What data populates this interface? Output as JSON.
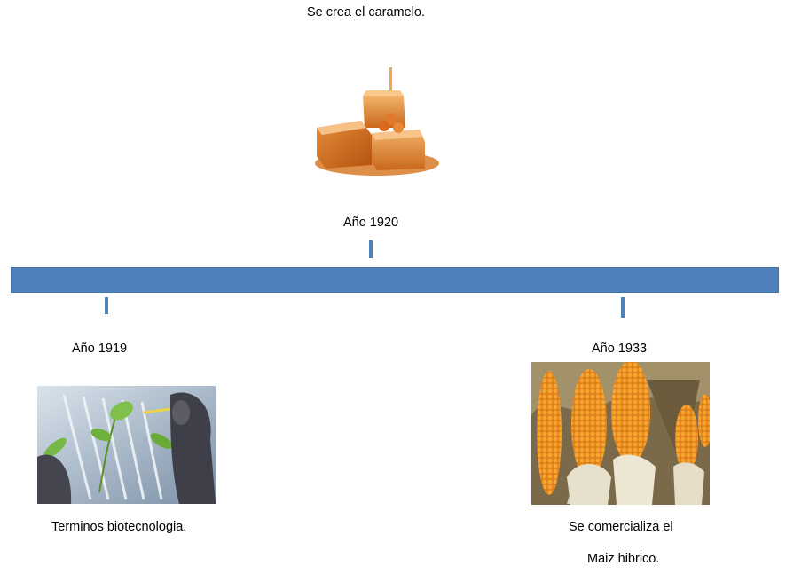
{
  "events": {
    "e1920": {
      "description": "Se crea el caramelo.",
      "year": "Año 1920",
      "image_icon": "caramel-candy-image"
    },
    "e1919": {
      "year": "Año 1919",
      "description": "Terminos biotecnologia.",
      "image_icon": "biotech-plant-test-tube-image"
    },
    "e1933": {
      "year": "Año 1933",
      "description_line1": "Se comercializa el",
      "description_line2": "Maiz hibrico.",
      "image_icon": "corn-cobs-image"
    }
  },
  "colors": {
    "timeline": "#4f81bd",
    "timeline_border": "#41719c"
  }
}
